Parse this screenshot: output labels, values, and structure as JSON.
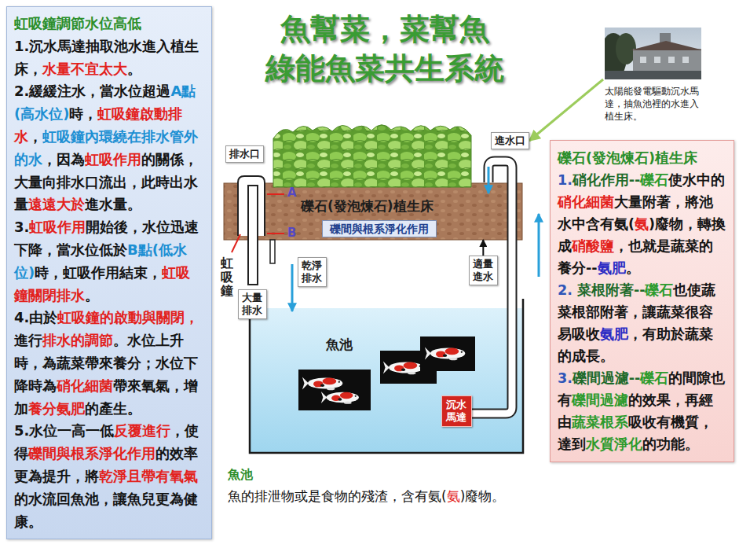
{
  "diagram": {
    "title": "魚幫菜，菜幫魚 綠能魚菜共生系統",
    "nodes": [
      {
        "text": [
          "虹吸鐘調節水位高低",
          "1.沉水馬達抽取池水進入植生床，水量不宜太大。",
          "2.緩緩注水，當水位超過A點(高水位)時，虹吸鐘啟動排水，虹吸鐘內環繞在排水管外的水，因為虹吸作用的關係，大量向排水口流出，此時出水量遠遠大於進水量。",
          "3.虹吸作用開始後，水位迅速下降，當水位低於B點(低水位)時，虹吸作用結束，虹吸鐘關閉排水。",
          "4.由於虹吸鐘的啟動與關閉，進行排水的調節。水位上升時，為蔬菜帶來養分；水位下降時為硝化細菌帶來氧氣，增加養分氨肥的產生。",
          "5.水位一高一低反覆進行，使得礫間與根系淨化作用的效率更為提升，將乾淨且帶有氧氣的水流回魚池，讓魚兒更為健康。"
        ]
      },
      {
        "text": [
          "太陽能發電驅動沉水馬達，抽魚池裡的水進入植生床。"
        ]
      },
      {
        "text": [
          "排水口"
        ]
      },
      {
        "text": [
          "進水口"
        ]
      },
      {
        "text": [
          "礫石(發泡煉石)植生床"
        ]
      },
      {
        "text": [
          "礫間與根系淨化作用"
        ],
        "in": 4
      },
      {
        "text": [
          "乾淨排水"
        ]
      },
      {
        "text": [
          "大量排水"
        ]
      },
      {
        "text": [
          "適量進水"
        ]
      },
      {
        "text": [
          "魚池"
        ]
      },
      {
        "text": [
          "沉水馬達"
        ],
        "in": 9
      },
      {
        "text": [
          "礫石(發泡煉石)植生床",
          "1.硝化作用--礫石使水中的硝化細菌大量附著，將池水中含有氨(氨)廢物，轉換成硝酸鹽，也就是蔬菜的養分--氨肥。",
          "2. 菜根附著--礫石也使蔬菜根部附著，讓蔬菜很容易吸收氨肥，有助於蔬菜的成長。",
          "3.礫間過濾--礫石的間隙也有礫間過濾的效果，再經由蔬菜根系吸收有機質，達到水質淨化的功能。"
        ]
      }
    ],
    "edges": [
      {
        "from": 1,
        "to": 3,
        "arrow": "to"
      },
      {
        "from": 8,
        "to": 4,
        "arrow": "to"
      }
    ],
    "labels": [
      "A",
      "B",
      "虹吸鐘",
      "魚池",
      "魚的排泄物或是食物的殘渣，含有氨(氨)廢物。"
    ]
  }
}
